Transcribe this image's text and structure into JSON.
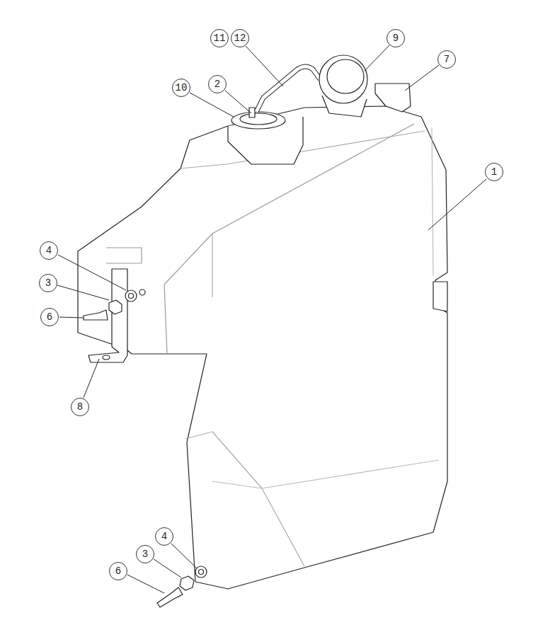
{
  "diagram": {
    "labels": [
      "11",
      "12",
      "9",
      "7",
      "10",
      "2",
      "1",
      "4",
      "3",
      "6",
      "8",
      "4",
      "3",
      "6"
    ]
  }
}
